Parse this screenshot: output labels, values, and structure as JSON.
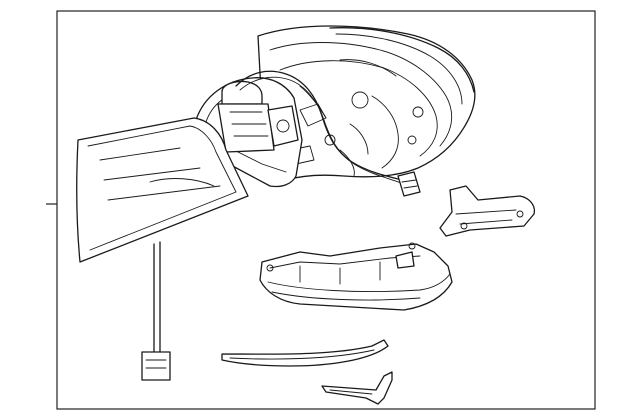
{
  "diagram": {
    "parts": [
      {
        "id": "mirror-housing-assembly",
        "icon": "mirror-housing-icon"
      },
      {
        "id": "mirror-glass",
        "icon": "mirror-glass-icon"
      },
      {
        "id": "power-motor-unit",
        "icon": "motor-icon"
      },
      {
        "id": "wire-harness-connector",
        "icon": "connector-icon"
      },
      {
        "id": "turn-signal-lamp",
        "icon": "lamp-icon"
      },
      {
        "id": "lower-cover",
        "icon": "cover-icon"
      },
      {
        "id": "small-bracket",
        "icon": "bracket-icon"
      },
      {
        "id": "trim-strip",
        "icon": "strip-icon"
      },
      {
        "id": "small-trim-clip",
        "icon": "clip-icon"
      }
    ],
    "colors": {
      "line": "#1a1a1a",
      "background": "#ffffff",
      "frame": "#222222"
    }
  }
}
